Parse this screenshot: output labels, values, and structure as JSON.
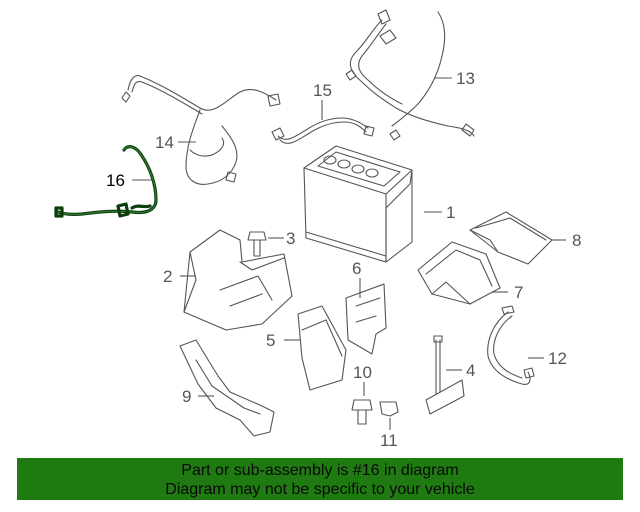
{
  "callouts": {
    "c1": "1",
    "c2": "2",
    "c3": "3",
    "c4": "4",
    "c5": "5",
    "c6": "6",
    "c7": "7",
    "c8": "8",
    "c9": "9",
    "c10": "10",
    "c11": "11",
    "c12": "12",
    "c13": "13",
    "c14": "14",
    "c15": "15",
    "c16": "16"
  },
  "banner": {
    "line1": "Part or sub-assembly is #16 in diagram",
    "line2": "Diagram may not be specific to your vehicle"
  },
  "colors": {
    "banner_bg": "#1f7a11",
    "highlight": "#0d3d0d",
    "line": "#555555"
  }
}
